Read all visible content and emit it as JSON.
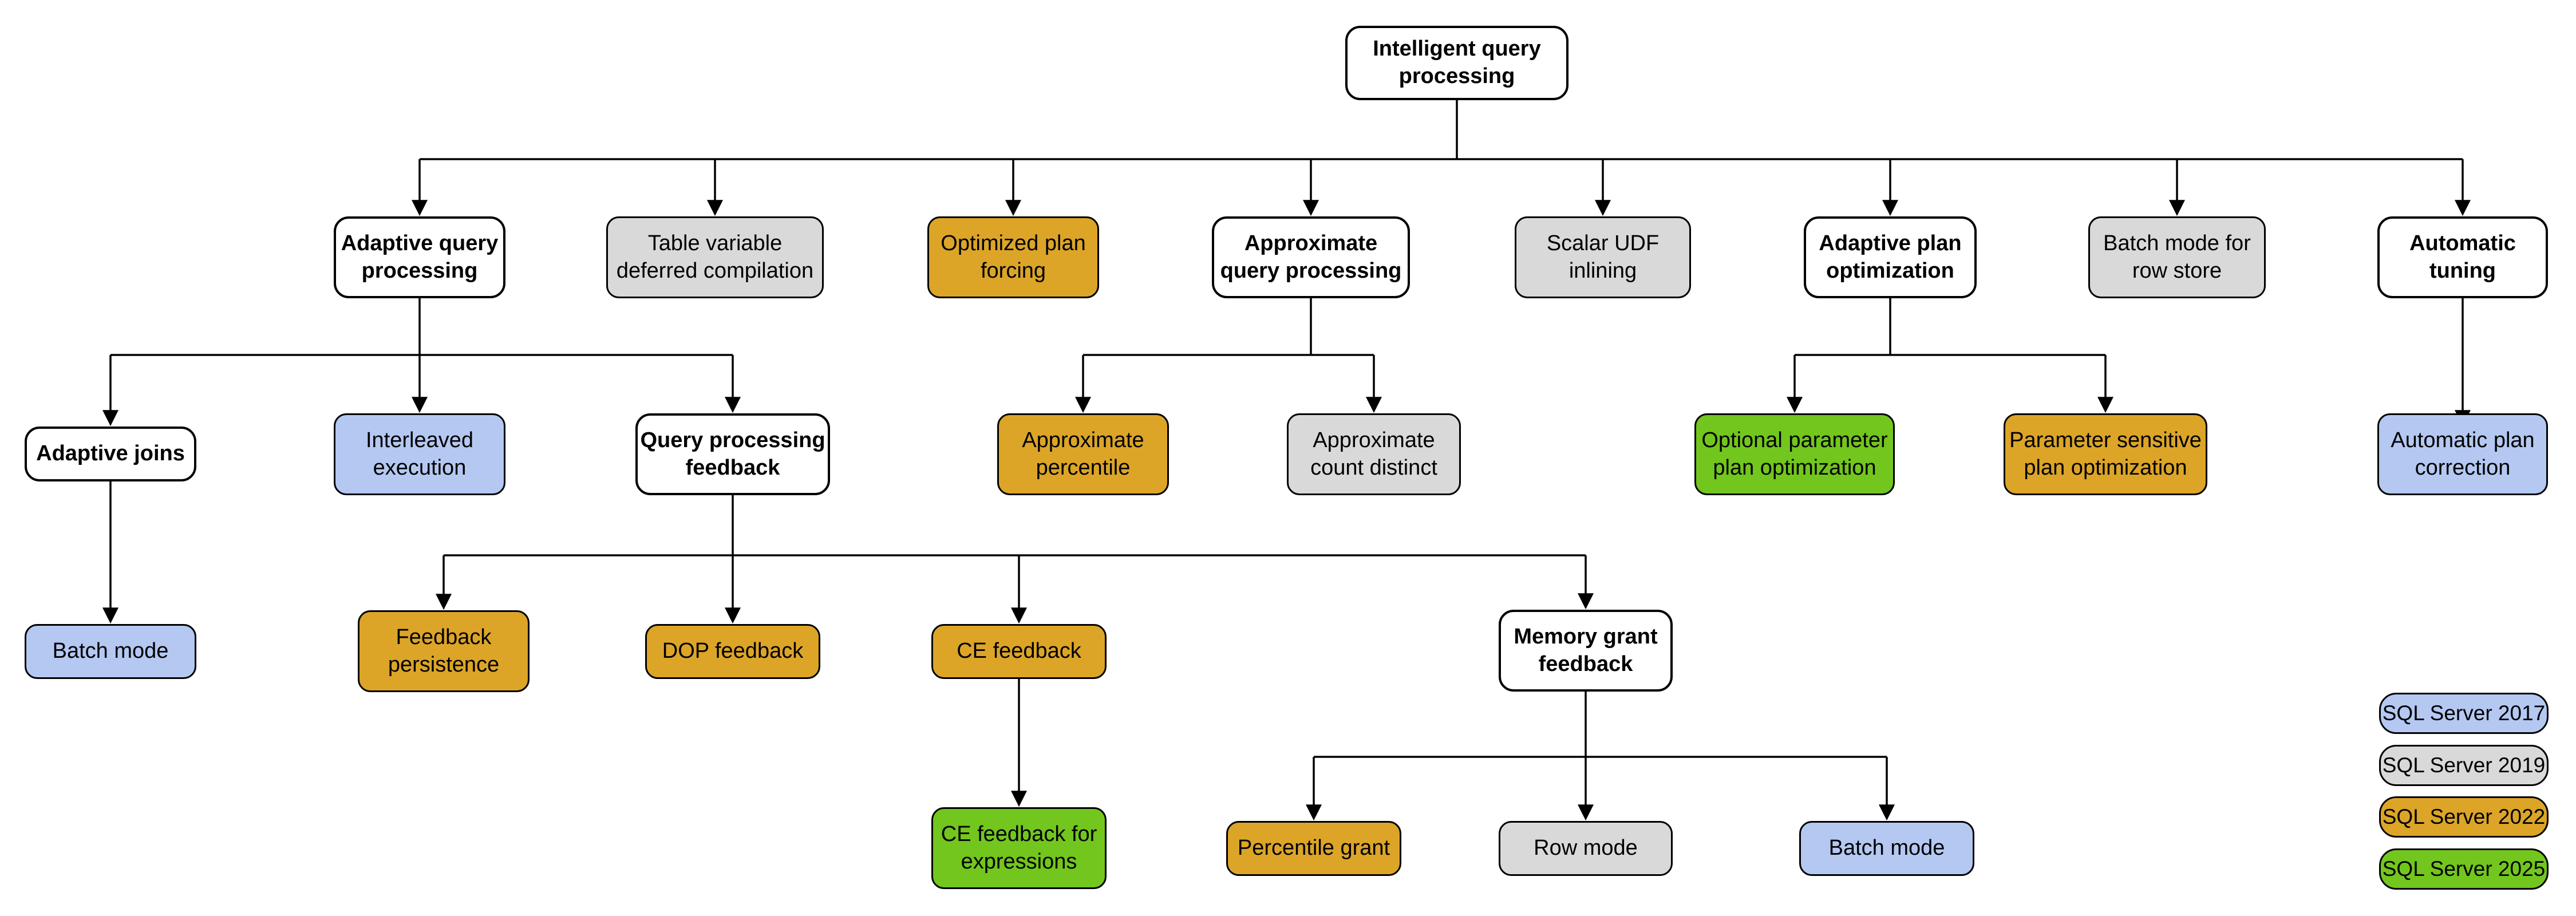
{
  "diagram": {
    "palette": {
      "header": "#FFFFFF",
      "sql2017": "#B4C8F2",
      "sql2019": "#D9D9D9",
      "sql2022": "#DCA528",
      "sql2025": "#72C61D",
      "line": "#000000"
    },
    "nodes": [
      {
        "id": "intelligent-query-processing",
        "label": "Intelligent query\nprocessing",
        "category": "header"
      },
      {
        "id": "adaptive-query-processing",
        "label": "Adaptive query\nprocessing",
        "category": "header"
      },
      {
        "id": "table-variable-deferred-compilation",
        "label": "Table variable\ndeferred compilation",
        "category": "sql2019"
      },
      {
        "id": "optimized-plan-forcing",
        "label": "Optimized plan\nforcing",
        "category": "sql2022"
      },
      {
        "id": "approximate-query-processing",
        "label": "Approximate\nquery processing",
        "category": "header"
      },
      {
        "id": "scalar-udf-inlining",
        "label": "Scalar UDF\ninlining",
        "category": "sql2019"
      },
      {
        "id": "adaptive-plan-optimization",
        "label": "Adaptive plan\noptimization",
        "category": "header"
      },
      {
        "id": "batch-mode-for-row-store",
        "label": "Batch mode for\nrow store",
        "category": "sql2019"
      },
      {
        "id": "automatic-tuning",
        "label": "Automatic\ntuning",
        "category": "header"
      },
      {
        "id": "adaptive-joins",
        "label": "Adaptive joins",
        "category": "header"
      },
      {
        "id": "interleaved-execution",
        "label": "Interleaved\nexecution",
        "category": "sql2017"
      },
      {
        "id": "query-processing-feedback",
        "label": "Query processing\nfeedback",
        "category": "header"
      },
      {
        "id": "approximate-percentile",
        "label": "Approximate\npercentile",
        "category": "sql2022"
      },
      {
        "id": "approximate-count-distinct",
        "label": "Approximate\ncount distinct",
        "category": "sql2019"
      },
      {
        "id": "optional-parameter-plan-optimization",
        "label": "Optional parameter\nplan optimization",
        "category": "sql2025"
      },
      {
        "id": "parameter-sensitive-plan-optimization",
        "label": "Parameter sensitive\nplan optimization",
        "category": "sql2022"
      },
      {
        "id": "automatic-plan-correction",
        "label": "Automatic plan\ncorrection",
        "category": "sql2017"
      },
      {
        "id": "batch-mode-adaptive-joins",
        "label": "Batch mode",
        "category": "sql2017"
      },
      {
        "id": "feedback-persistence",
        "label": "Feedback\npersistence",
        "category": "sql2022"
      },
      {
        "id": "dop-feedback",
        "label": "DOP feedback",
        "category": "sql2022"
      },
      {
        "id": "ce-feedback",
        "label": "CE feedback",
        "category": "sql2022"
      },
      {
        "id": "memory-grant-feedback",
        "label": "Memory grant\nfeedback",
        "category": "header"
      },
      {
        "id": "ce-feedback-for-expressions",
        "label": "CE feedback for\nexpressions",
        "category": "sql2025"
      },
      {
        "id": "percentile-grant",
        "label": "Percentile grant",
        "category": "sql2022"
      },
      {
        "id": "row-mode",
        "label": "Row mode",
        "category": "sql2019"
      },
      {
        "id": "batch-mode-memory-grant",
        "label": "Batch mode",
        "category": "sql2017"
      }
    ],
    "legend": [
      {
        "label": "SQL Server 2017",
        "category": "sql2017"
      },
      {
        "label": "SQL Server 2019",
        "category": "sql2019"
      },
      {
        "label": "SQL Server 2022",
        "category": "sql2022"
      },
      {
        "label": "SQL Server 2025",
        "category": "sql2025"
      }
    ]
  }
}
